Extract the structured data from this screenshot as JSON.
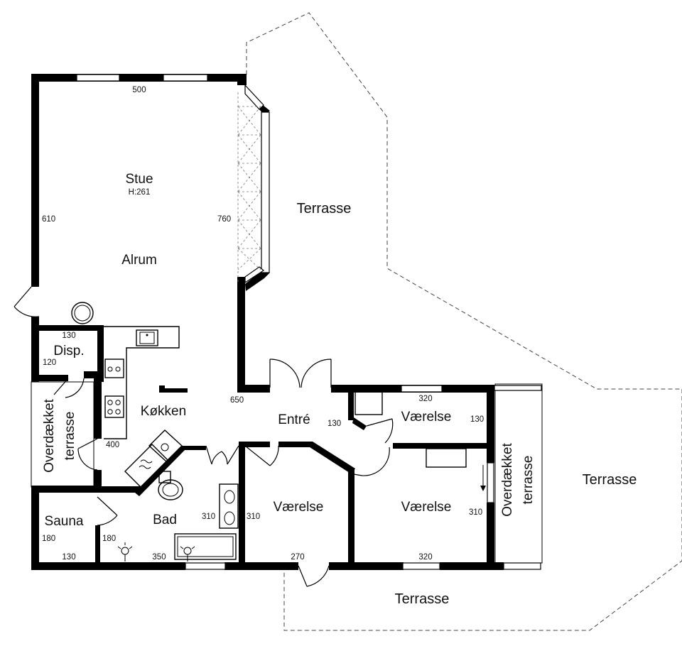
{
  "rooms": {
    "stue": "Stue",
    "stue_height": "H:261",
    "alrum": "Alrum",
    "kokken": "Køkken",
    "disp": "Disp.",
    "entre": "Entré",
    "vaerelse_top": "Værelse",
    "vaerelse_mid": "Værelse",
    "vaerelse_right": "Værelse",
    "sauna": "Sauna",
    "bad": "Bad",
    "overdaekket_left_1": "Overdækket",
    "overdaekket_left_2": "terrasse",
    "overdaekket_right_1": "Overdækket",
    "overdaekket_right_2": "terrasse",
    "terrasse_top": "Terrasse",
    "terrasse_right": "Terrasse",
    "terrasse_bottom": "Terrasse"
  },
  "dimensions": {
    "stue_top": "500",
    "stue_left": "610",
    "stue_right": "760",
    "kitchen_top": "650",
    "disp_top": "130",
    "disp_left": "120",
    "kitchen_left": "400",
    "entre_right": "130",
    "vaerelse_top_width": "320",
    "vaerelse_top_right": "130",
    "bad_inner": "310",
    "vaerelse_mid_left": "310",
    "vaerelse_right_side": "310",
    "vaerelse_right_bottom": "320",
    "vaerelse_mid_bottom": "270",
    "bad_bottom": "350",
    "sauna_side": "180",
    "sauna_bottom": "130",
    "bad_left": "180"
  }
}
